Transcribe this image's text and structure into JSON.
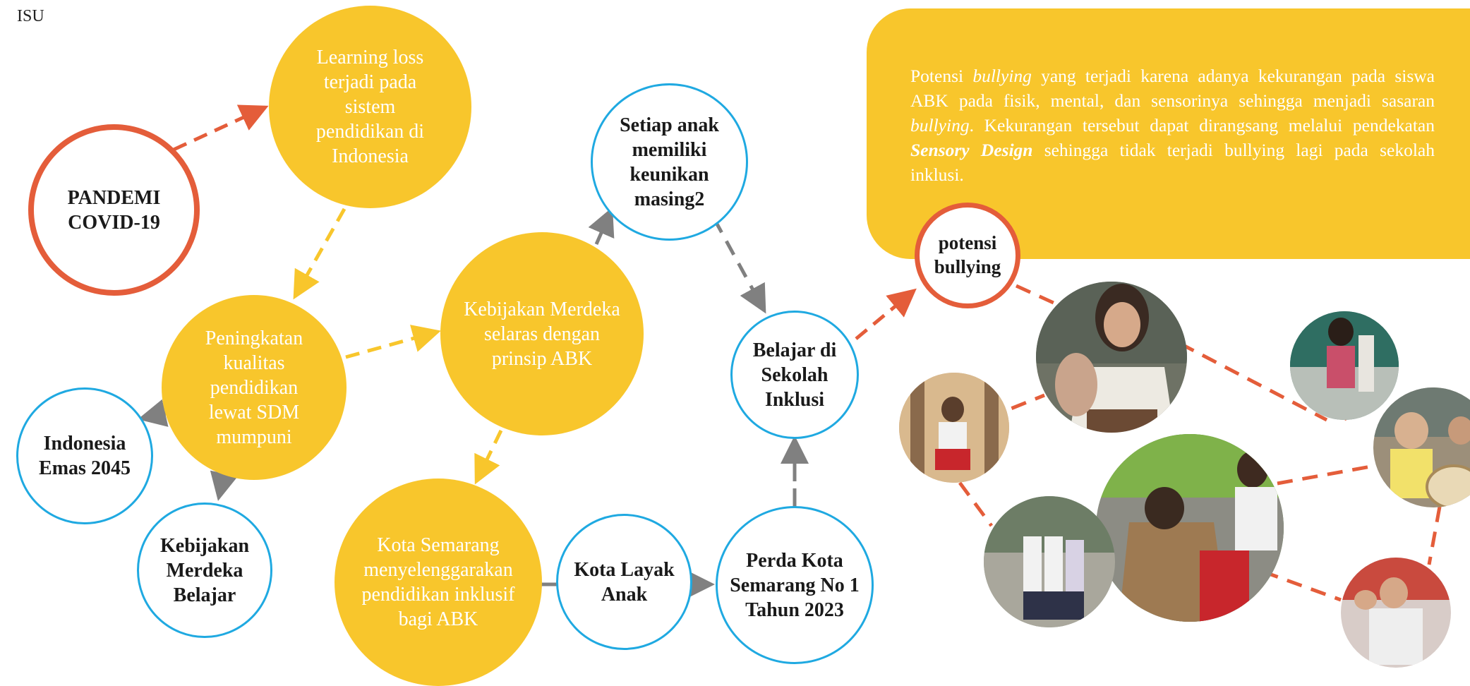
{
  "header": {
    "label": "ISU"
  },
  "nodes": {
    "pandemi": "PANDEMI COVID-19",
    "learning_loss": "Learning loss terjadi pada sistem pendidikan di Indonesia",
    "peningkatan": "Peningkatan kualitas pendidikan lewat SDM mumpuni",
    "indonesia_emas": "Indonesia Emas 2045",
    "kebijakan_merdeka_belajar": "Kebijakan Merdeka Belajar",
    "kebijakan_merdeka_abk": "Kebijakan Merdeka selaras dengan prinsip ABK",
    "setiap_anak": "Setiap anak memiliki keunikan masing2",
    "kota_semarang": "Kota Semarang menyelenggarakan pendidikan inklusif bagi ABK",
    "kota_layak": "Kota Layak Anak",
    "perda": "Perda Kota Semarang No 1 Tahun 2023",
    "belajar": "Belajar di Sekolah Inklusi",
    "potensi": "potensi bullying"
  },
  "callout": {
    "t1": "Potensi ",
    "t2": "bullying",
    "t3": " yang terjadi karena adanya kekurangan pada siswa ABK pada fisik, mental, dan sensorinya sehingga menjadi sasaran ",
    "t4": "bullying",
    "t5": ". Kekurangan tersebut dapat dirangsang melalui pendekatan ",
    "t6": "Sensory Design",
    "t7": " sehingga tidak terjadi bullying lagi pada sekolah inklusi."
  },
  "colors": {
    "yellow": "#F8C62C",
    "blue": "#1FA9E1",
    "red": "#E45D3A",
    "gray_arrow": "#808080"
  }
}
